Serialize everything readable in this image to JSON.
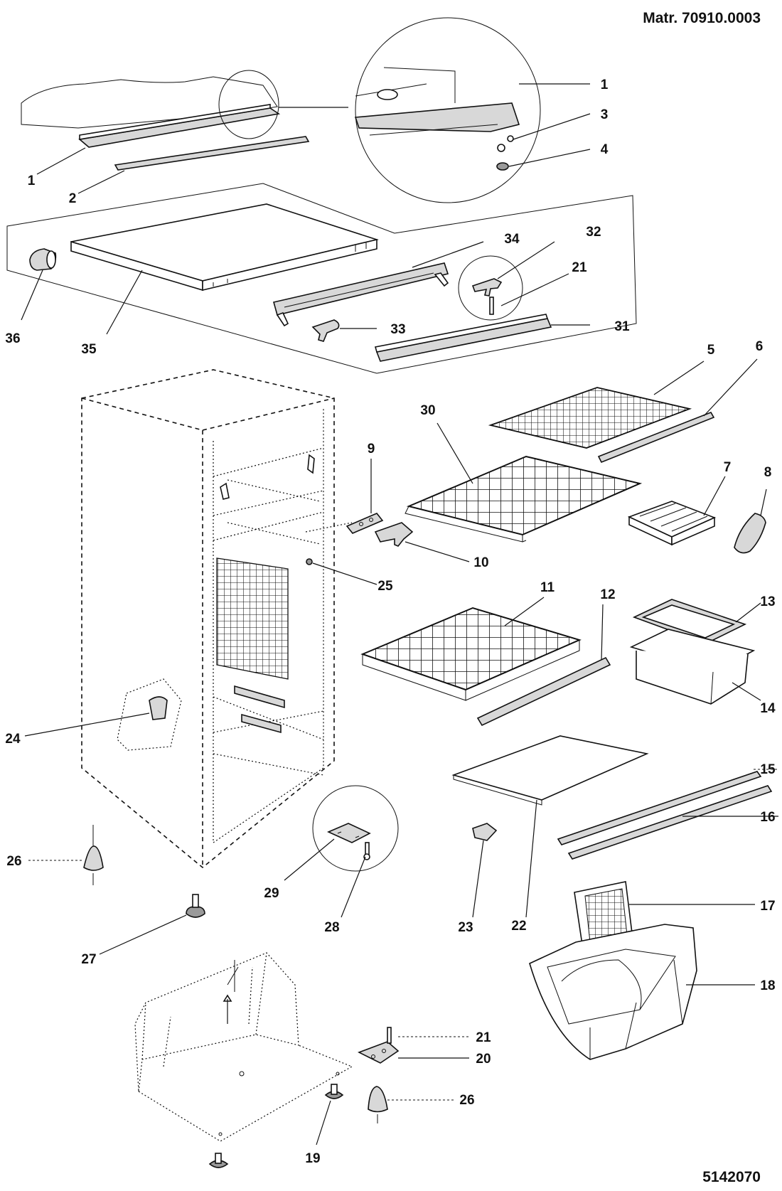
{
  "header": {
    "model": "Matr. 70910.0003"
  },
  "footer": {
    "code": "5142070"
  },
  "colors": {
    "ink": "#111111",
    "fill_light": "#d8d8d8",
    "fill_dark": "#9a9a9a"
  },
  "callouts": [
    {
      "id": "c1a",
      "label": "1"
    },
    {
      "id": "c1b",
      "label": "1"
    },
    {
      "id": "c2",
      "label": "2"
    },
    {
      "id": "c3",
      "label": "3"
    },
    {
      "id": "c4",
      "label": "4"
    },
    {
      "id": "c5",
      "label": "5"
    },
    {
      "id": "c6",
      "label": "6"
    },
    {
      "id": "c7",
      "label": "7"
    },
    {
      "id": "c8",
      "label": "8"
    },
    {
      "id": "c9",
      "label": "9"
    },
    {
      "id": "c10",
      "label": "10"
    },
    {
      "id": "c11",
      "label": "11"
    },
    {
      "id": "c12",
      "label": "12"
    },
    {
      "id": "c13",
      "label": "13"
    },
    {
      "id": "c14",
      "label": "14"
    },
    {
      "id": "c15",
      "label": "15"
    },
    {
      "id": "c16",
      "label": "16"
    },
    {
      "id": "c17",
      "label": "17"
    },
    {
      "id": "c18",
      "label": "18"
    },
    {
      "id": "c19",
      "label": "19"
    },
    {
      "id": "c20",
      "label": "20"
    },
    {
      "id": "c21a",
      "label": "21"
    },
    {
      "id": "c21b",
      "label": "21"
    },
    {
      "id": "c22",
      "label": "22"
    },
    {
      "id": "c23",
      "label": "23"
    },
    {
      "id": "c24",
      "label": "24"
    },
    {
      "id": "c25",
      "label": "25"
    },
    {
      "id": "c26a",
      "label": "26"
    },
    {
      "id": "c26b",
      "label": "26"
    },
    {
      "id": "c27",
      "label": "27"
    },
    {
      "id": "c28",
      "label": "28"
    },
    {
      "id": "c29",
      "label": "29"
    },
    {
      "id": "c30",
      "label": "30"
    },
    {
      "id": "c31",
      "label": "31"
    },
    {
      "id": "c32",
      "label": "32"
    },
    {
      "id": "c33",
      "label": "33"
    },
    {
      "id": "c34",
      "label": "34"
    },
    {
      "id": "c35",
      "label": "35"
    },
    {
      "id": "c36",
      "label": "36"
    }
  ]
}
